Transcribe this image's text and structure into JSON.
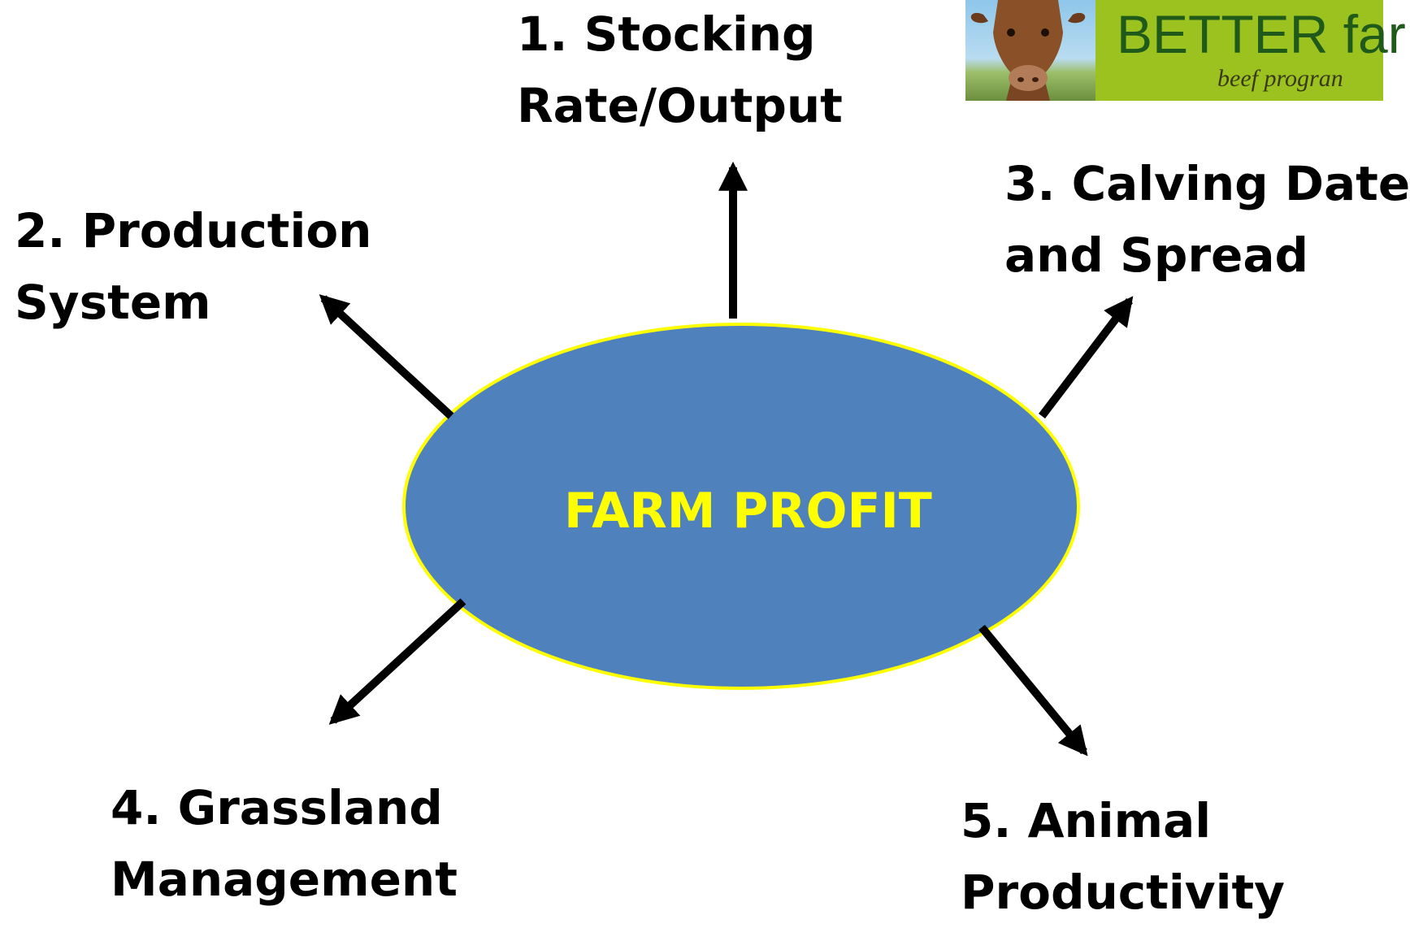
{
  "center": {
    "label": "FARM PROFIT"
  },
  "factors": [
    {
      "line1": "1. Stocking",
      "line2": "Rate/Output"
    },
    {
      "line1": "2. Production",
      "line2": "System"
    },
    {
      "line1": "3. Calving Date",
      "line2": "and Spread"
    },
    {
      "line1": "4. Grassland",
      "line2": "Management"
    },
    {
      "line1": "5. Animal",
      "line2": "Productivity"
    }
  ],
  "logo": {
    "word": "BETTER far",
    "subtitle": "beef progran"
  },
  "colors": {
    "ellipse_fill": "#4f81bd",
    "ellipse_outline": "#ffff00",
    "center_text": "#ffff00",
    "arrows": "#000000",
    "logo_green": "#9bc21f"
  },
  "icons": {
    "logo_image": "cow-photo"
  }
}
